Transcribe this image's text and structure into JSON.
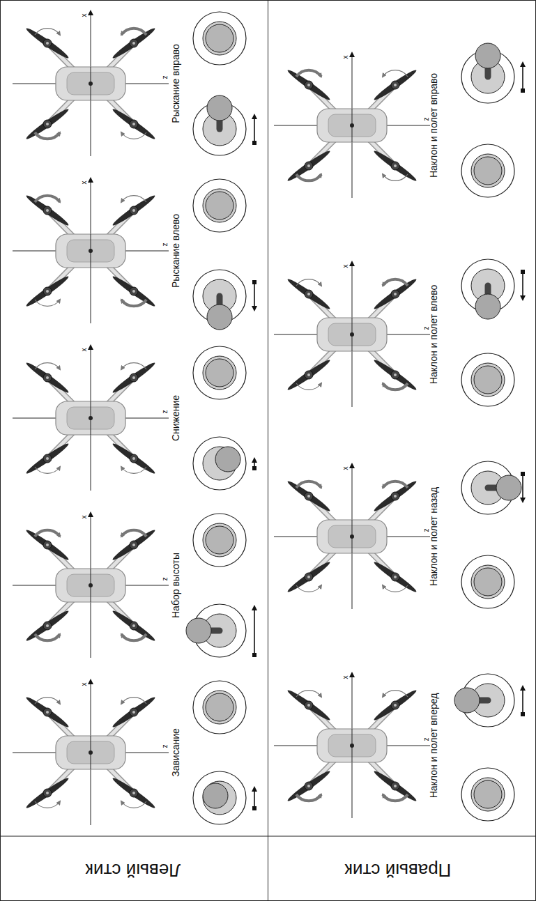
{
  "diagram": {
    "nodes": [
      {
        "text": [
          "Левый стик"
        ]
      },
      {
        "text": [
          "Правый стик"
        ]
      }
    ],
    "labels": [
      "Зависание",
      "x",
      "z",
      "Набор высоты",
      "x",
      "z",
      "Снижение",
      "x",
      "z",
      "Рыскание влево",
      "x",
      "z",
      "Рыскание вправо",
      "x",
      "z",
      "Наклон и полет вперед",
      "x",
      "z",
      "Наклон и полет назад",
      "x",
      "z",
      "Наклон и полет влево",
      "x",
      "z",
      "Наклон и полет вправо",
      "x",
      "z"
    ]
  }
}
